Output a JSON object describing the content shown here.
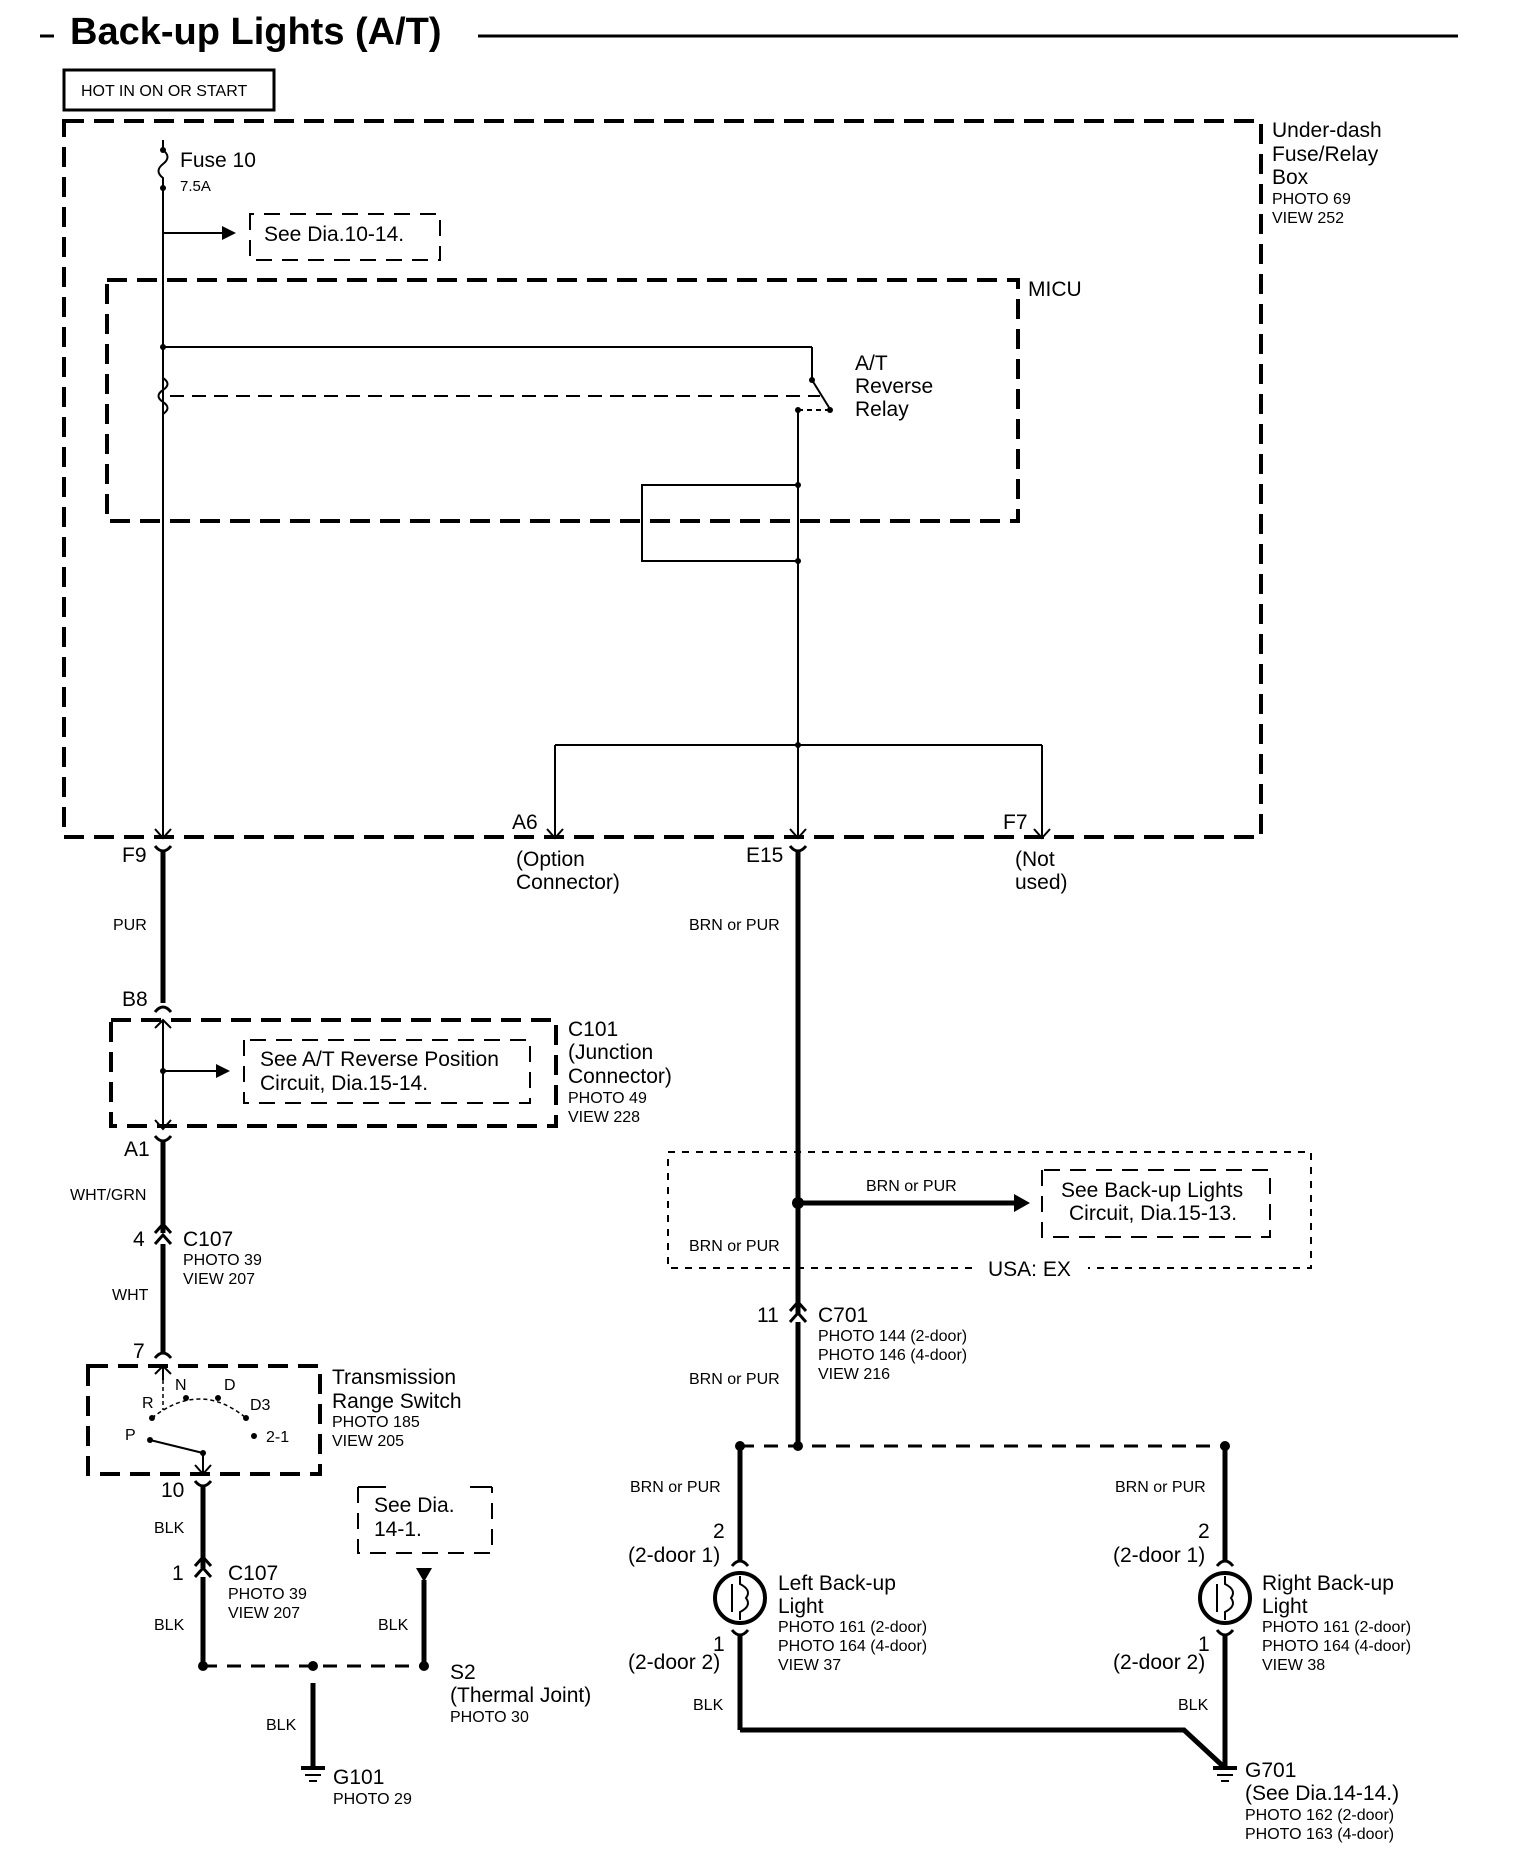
{
  "title": "Back-up Lights (A/T)",
  "hot_label": "HOT IN ON OR START",
  "fuse_box": {
    "name_lines": [
      "Under-dash",
      "Fuse/Relay",
      "Box"
    ],
    "photo": "PHOTO 69",
    "view": "VIEW 252",
    "fuse_name": "Fuse 10",
    "fuse_rating": "7.5A",
    "see_ref": "See Dia.10-14."
  },
  "micu": {
    "name": "MICU",
    "relay_lines": [
      "A/T",
      "Reverse",
      "Relay"
    ]
  },
  "terminals": {
    "f9": "F9",
    "a6": "A6",
    "a6_note": [
      "(Option",
      "Connector)"
    ],
    "e15": "E15",
    "f7": "F7",
    "f7_note": [
      "(Not",
      "used)"
    ]
  },
  "left_circuit": {
    "wire_pur": "PUR",
    "b8": "B8",
    "c101_lines": [
      "C101",
      "(Junction",
      "Connector)"
    ],
    "c101_photo": "PHOTO 49",
    "c101_view": "VIEW 228",
    "c101_see_lines": [
      "See A/T Reverse Position",
      "Circuit, Dia.15-14."
    ],
    "a1": "A1",
    "wire_wht_grn": "WHT/GRN",
    "c107a_pin": "4",
    "c107a_name": "C107",
    "c107a_photo": "PHOTO 39",
    "c107a_view": "VIEW 207",
    "wire_wht": "WHT",
    "trs_pin_in": "7",
    "trs_lines": [
      "Transmission",
      "Range Switch"
    ],
    "trs_photo": "PHOTO 185",
    "trs_view": "VIEW 205",
    "trs_positions": [
      "N",
      "D",
      "R",
      "D3",
      "P",
      "2-1"
    ],
    "trs_pin_out": "10",
    "wire_blk_1": "BLK",
    "c107b_pin": "1",
    "c107b_name": "C107",
    "c107b_photo": "PHOTO 39",
    "c107b_view": "VIEW 207",
    "wire_blk_2": "BLK",
    "see_dia_lines": [
      "See Dia.",
      "14-1."
    ],
    "wire_blk_3": "BLK",
    "s2_name": "S2",
    "s2_desc": "(Thermal Joint)",
    "s2_photo": "PHOTO 30",
    "wire_blk_4": "BLK",
    "g101_name": "G101",
    "g101_photo": "PHOTO 29"
  },
  "right_circuit": {
    "wire_brn_pur_1": "BRN or PUR",
    "usa_wire": "BRN or PUR",
    "usa_see_lines": [
      "See Back-up Lights",
      "Circuit, Dia.15-13."
    ],
    "wire_brn_pur_2": "BRN or PUR",
    "usa_label": "USA: EX",
    "c701_pin": "11",
    "c701_name": "C701",
    "c701_photo_1": "PHOTO 144 (2-door)",
    "c701_photo_2": "PHOTO 146 (4-door)",
    "c701_view": "VIEW 216",
    "wire_brn_pur_3": "BRN or PUR",
    "left_light": {
      "wire": "BRN or PUR",
      "pin_top": "2",
      "pin_top_note": "(2-door 1)",
      "name_lines": [
        "Left Back-up",
        "Light"
      ],
      "photo_1": "PHOTO 161 (2-door)",
      "photo_2": "PHOTO 164 (4-door)",
      "view": "VIEW 37",
      "pin_bottom": "1",
      "pin_bottom_note": "(2-door 2)",
      "wire_out": "BLK"
    },
    "right_light": {
      "wire": "BRN or PUR",
      "pin_top": "2",
      "pin_top_note": "(2-door 1)",
      "name_lines": [
        "Right Back-up",
        "Light"
      ],
      "photo_1": "PHOTO 161 (2-door)",
      "photo_2": "PHOTO 164 (4-door)",
      "view": "VIEW 38",
      "pin_bottom": "1",
      "pin_bottom_note": "(2-door 2)",
      "wire_out": "BLK"
    },
    "g701_name": "G701",
    "g701_see": "(See Dia.14-14.)",
    "g701_photo_1": "PHOTO 162 (2-door)",
    "g701_photo_2": "PHOTO 163 (4-door)"
  }
}
